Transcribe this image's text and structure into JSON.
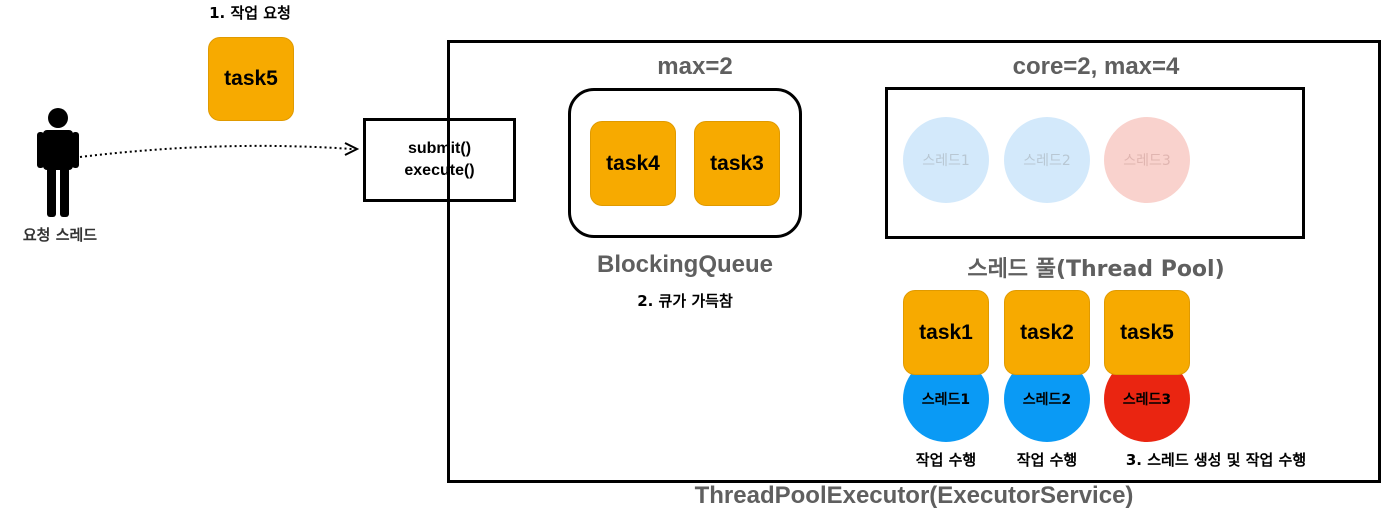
{
  "request": {
    "step1_label": "1. 작업 요청",
    "task_label": "task5",
    "thread_caption": "요청 스레드"
  },
  "submit": {
    "line1": "submit()",
    "line2": "execute()"
  },
  "executor": {
    "title": "ThreadPoolExecutor(ExecutorService)"
  },
  "queue": {
    "max_label": "max=2",
    "tasks": [
      "task4",
      "task3"
    ],
    "title": "BlockingQueue",
    "status": "2. 큐가 가득참"
  },
  "pool": {
    "size_label": "core=2, max=4",
    "title": "스레드 풀(Thread Pool)",
    "idle_threads": [
      "스레드1",
      "스레드2",
      "스레드3"
    ],
    "running": [
      {
        "task": "task1",
        "thread": "스레드1",
        "caption": "작업 수행"
      },
      {
        "task": "task2",
        "thread": "스레드2",
        "caption": "작업 수행"
      },
      {
        "task": "task5",
        "thread": "스레드3",
        "caption": "3. 스레드 생성 및 작업 수행"
      }
    ]
  },
  "colors": {
    "task": "#f7aa00",
    "thread_active": "#0a9af5",
    "thread_new": "#ea2511",
    "thread_idle": "#d3e9fb",
    "thread_idle_new": "#f9d2cd",
    "heading_gray": "#5f5f5f"
  }
}
